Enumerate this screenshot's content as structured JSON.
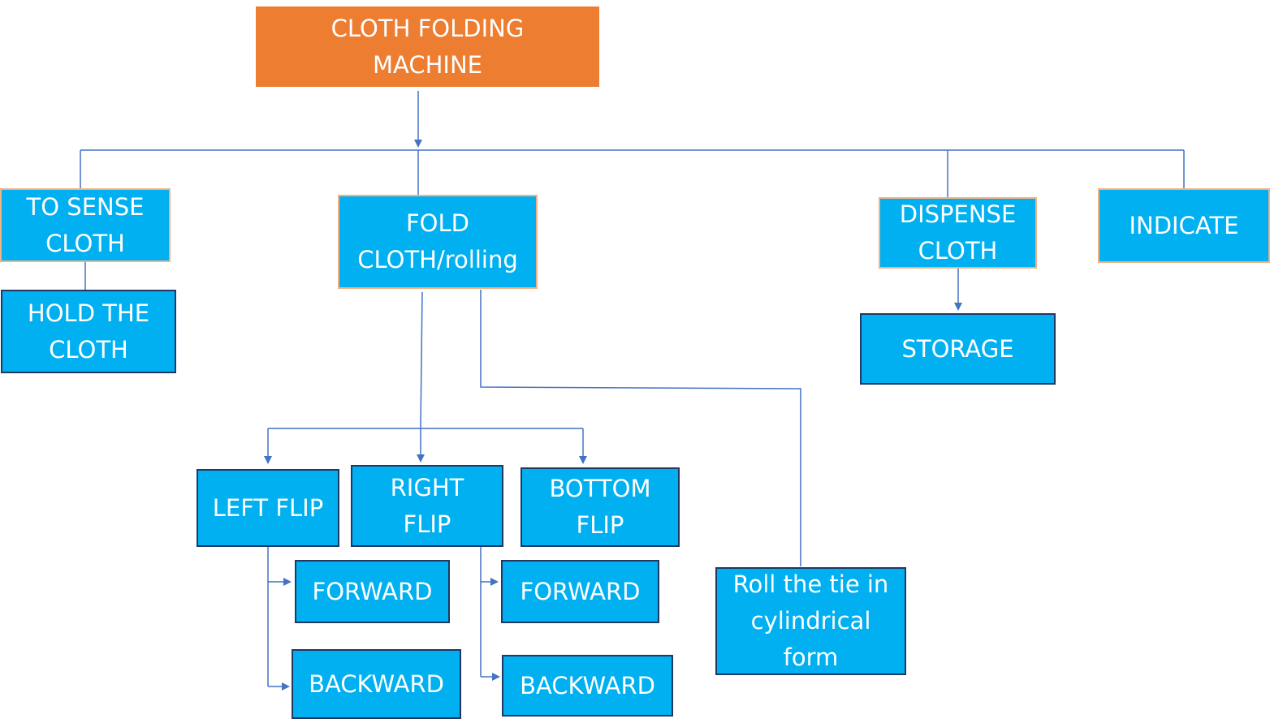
{
  "colors": {
    "root_fill": "#ed7d31",
    "node_fill": "#00b0f0",
    "text": "#ffffff",
    "connector": "#4472c4",
    "orange_border": "#f4b183",
    "dark_border": "#1f3864"
  },
  "diagram": {
    "root": "CLOTH FOLDING\nMACHINE",
    "sense_cloth": "TO SENSE\nCLOTH",
    "hold_cloth": "HOLD THE\nCLOTH",
    "fold_cloth": "FOLD\nCLOTH/rolling",
    "dispense_cloth": "DISPENSE\nCLOTH",
    "storage": "STORAGE",
    "indicate": "INDICATE",
    "left_flip": "LEFT FLIP",
    "right_flip": "RIGHT\nFLIP",
    "bottom_flip": "BOTTOM\nFLIP",
    "left_forward": "FORWARD",
    "left_backward": "BACKWARD",
    "right_forward": "FORWARD",
    "right_backward": "BACKWARD",
    "roll_tie": "Roll the tie in\ncylindrical\nform"
  }
}
